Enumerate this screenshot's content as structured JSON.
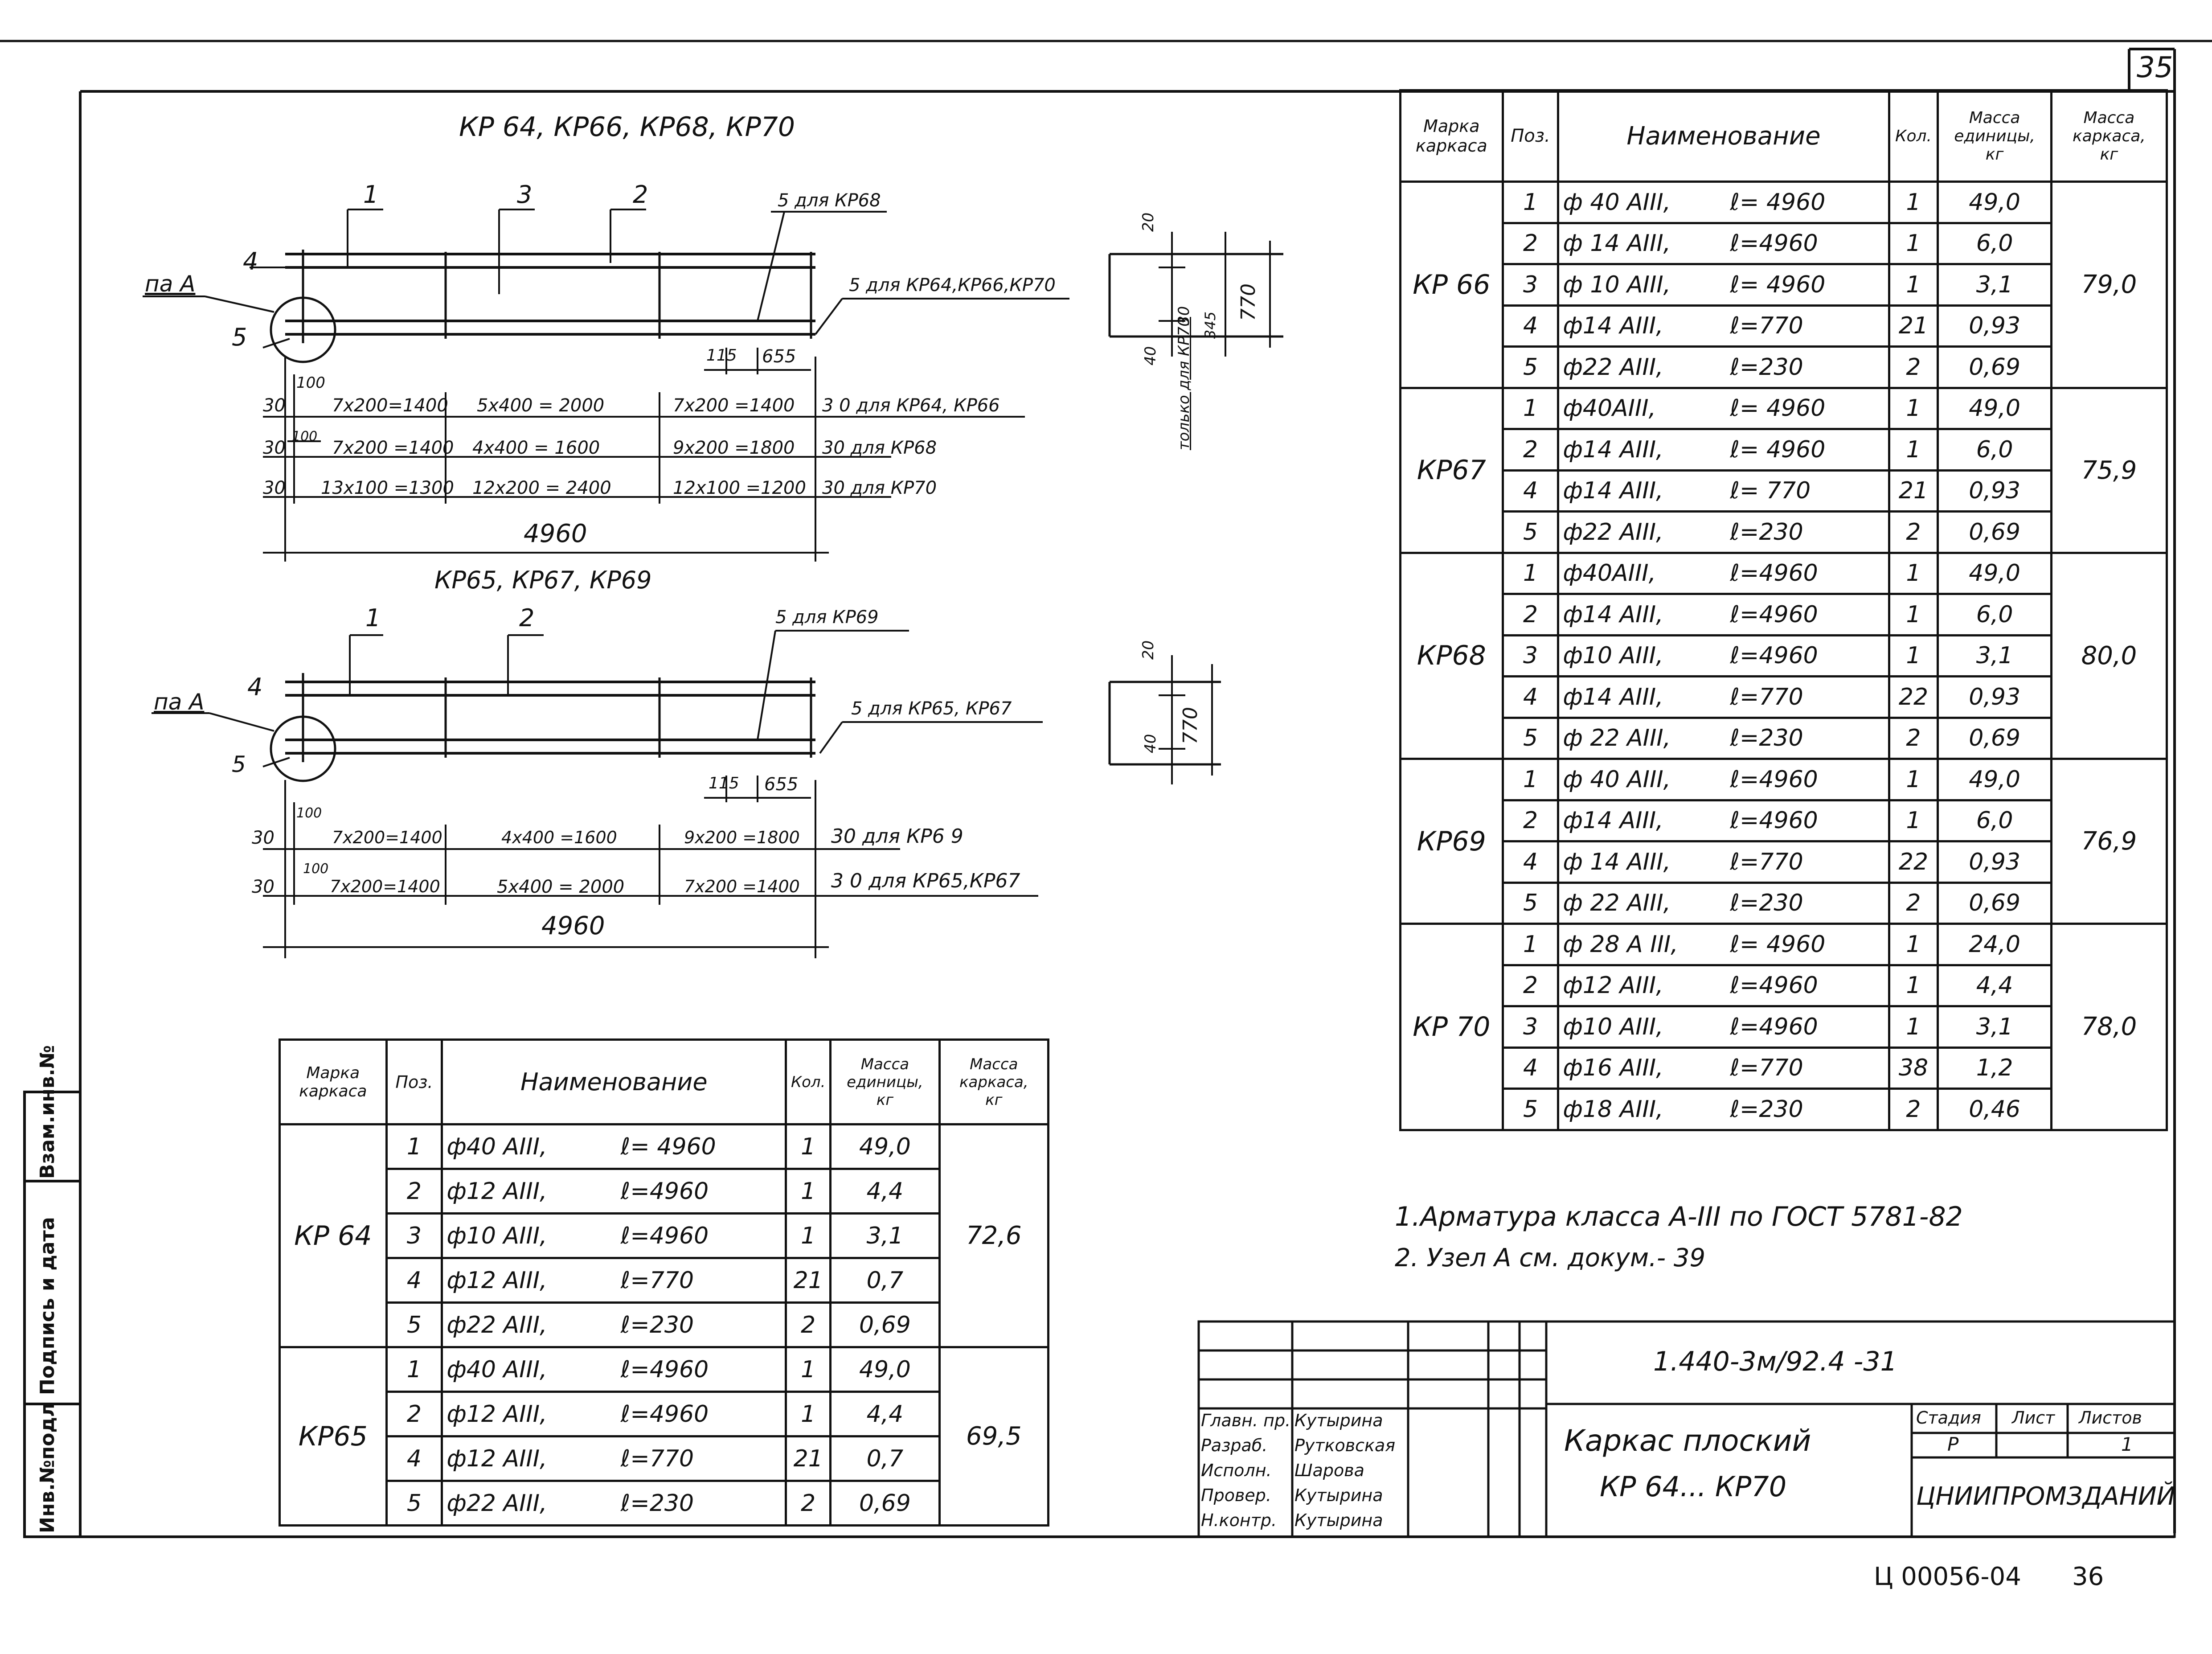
{
  "sheet_number": "35",
  "footer_code": "Ц 00056-04",
  "footer_page": "36",
  "side_stamp": [
    "Инв.№подл",
    "Подпись и дата",
    "Взам.инв.№"
  ],
  "drawing1": {
    "title": "КР 64, КР66, КР68, КР70",
    "leaders": [
      "1",
      "3",
      "2",
      "4",
      "5"
    ],
    "node_label": "па А",
    "pos5_top": "5 для КР68",
    "pos5_right": "5 для КР64,КР66,КР70",
    "small_dims": [
      "115",
      "655",
      "100",
      "100"
    ],
    "rows": [
      {
        "left": "30",
        "c1": "7х200=1400",
        "c2": "5х400 = 2000",
        "c3": "7х200 =1400",
        "right": "3 0 для КР64, КР66"
      },
      {
        "left": "30",
        "c1": "7х200 =1400",
        "c2": "4х400 = 1600",
        "c3": "9х200 =1800",
        "right": "30 для КР68"
      },
      {
        "left": "30",
        "c1": "13х100 =1300",
        "c2": "12х200 = 2400",
        "c3": "12х100 =1200",
        "right": "30 для КР70"
      }
    ],
    "total": "4960"
  },
  "section1": {
    "d20": "20",
    "d40": "40",
    "d30": "30",
    "d345": "345",
    "d770": "770",
    "note": "только для КР70"
  },
  "drawing2": {
    "title": "КР65, КР67, КР69",
    "leaders": [
      "1",
      "2",
      "4",
      "5"
    ],
    "node_label": "па А",
    "pos5_top": "5 для КР69",
    "pos5_right": "5 для КР65, КР67",
    "small_dims": [
      "115",
      "655",
      "100",
      "100"
    ],
    "rows": [
      {
        "left": "30",
        "c1": "7х200=1400",
        "c2": "4х400 =1600",
        "c3": "9х200 =1800",
        "right": "30 для КР6 9"
      },
      {
        "left": "30",
        "c1": "7х200=1400",
        "c2": "5х400 = 2000",
        "c3": "7х200 =1400",
        "right": "3 0 для КР65,КР67"
      }
    ],
    "total": "4960"
  },
  "section2": {
    "d20": "20",
    "d40": "40",
    "d770": "770"
  },
  "table_headers": {
    "mark": [
      "Марка",
      "каркаса"
    ],
    "pos": "Поз.",
    "name": "Наименование",
    "qty": "Кол.",
    "unit_mass": [
      "Масса",
      "единицы,",
      "кг"
    ],
    "frame_mass": [
      "Масса",
      "каркаса,",
      "кг"
    ]
  },
  "table_right": [
    {
      "mark": "КР 66",
      "mass": "79,0",
      "rows": [
        {
          "pos": "1",
          "d": "ф 40 АIII,",
          "l": "ℓ= 4960",
          "q": "1",
          "m": "49,0"
        },
        {
          "pos": "2",
          "d": "ф 14 АIII,",
          "l": "ℓ=4960",
          "q": "1",
          "m": "6,0"
        },
        {
          "pos": "3",
          "d": "ф 10 АIII,",
          "l": "ℓ= 4960",
          "q": "1",
          "m": "3,1"
        },
        {
          "pos": "4",
          "d": "ф14 АIII,",
          "l": "ℓ=770",
          "q": "21",
          "m": "0,93"
        },
        {
          "pos": "5",
          "d": "ф22 АIII,",
          "l": "ℓ=230",
          "q": "2",
          "m": "0,69"
        }
      ]
    },
    {
      "mark": "КР67",
      "mass": "75,9",
      "rows": [
        {
          "pos": "1",
          "d": "ф40АIII,",
          "l": "ℓ= 4960",
          "q": "1",
          "m": "49,0"
        },
        {
          "pos": "2",
          "d": "ф14 АIII,",
          "l": "ℓ= 4960",
          "q": "1",
          "m": "6,0"
        },
        {
          "pos": "4",
          "d": "ф14 АIII,",
          "l": "ℓ= 770",
          "q": "21",
          "m": "0,93"
        },
        {
          "pos": "5",
          "d": "ф22 АIII,",
          "l": "ℓ=230",
          "q": "2",
          "m": "0,69"
        }
      ]
    },
    {
      "mark": "КР68",
      "mass": "80,0",
      "rows": [
        {
          "pos": "1",
          "d": "ф40АIII,",
          "l": "ℓ=4960",
          "q": "1",
          "m": "49,0"
        },
        {
          "pos": "2",
          "d": "ф14 АIII,",
          "l": "ℓ=4960",
          "q": "1",
          "m": "6,0"
        },
        {
          "pos": "3",
          "d": "ф10 АIII,",
          "l": "ℓ=4960",
          "q": "1",
          "m": "3,1"
        },
        {
          "pos": "4",
          "d": "ф14 АIII,",
          "l": "ℓ=770",
          "q": "22",
          "m": "0,93"
        },
        {
          "pos": "5",
          "d": "ф 22 АIII,",
          "l": "ℓ=230",
          "q": "2",
          "m": "0,69"
        }
      ]
    },
    {
      "mark": "КР69",
      "mass": "76,9",
      "rows": [
        {
          "pos": "1",
          "d": "ф 40 АIII,",
          "l": "ℓ=4960",
          "q": "1",
          "m": "49,0"
        },
        {
          "pos": "2",
          "d": "ф14 АIII,",
          "l": "ℓ=4960",
          "q": "1",
          "m": "6,0"
        },
        {
          "pos": "4",
          "d": "ф 14 АIII,",
          "l": "ℓ=770",
          "q": "22",
          "m": "0,93"
        },
        {
          "pos": "5",
          "d": "ф 22 АIII,",
          "l": "ℓ=230",
          "q": "2",
          "m": "0,69"
        }
      ]
    },
    {
      "mark": "КР 70",
      "mass": "78,0",
      "rows": [
        {
          "pos": "1",
          "d": "ф 28 А III,",
          "l": "ℓ= 4960",
          "q": "1",
          "m": "24,0"
        },
        {
          "pos": "2",
          "d": "ф12 АIII,",
          "l": "ℓ=4960",
          "q": "1",
          "m": "4,4"
        },
        {
          "pos": "3",
          "d": "ф10 АIII,",
          "l": "ℓ=4960",
          "q": "1",
          "m": "3,1"
        },
        {
          "pos": "4",
          "d": "ф16 АIII,",
          "l": "ℓ=770",
          "q": "38",
          "m": "1,2"
        },
        {
          "pos": "5",
          "d": "ф18 АIII,",
          "l": "ℓ=230",
          "q": "2",
          "m": "0,46"
        }
      ]
    }
  ],
  "table_left": [
    {
      "mark": "КР 64",
      "mass": "72,6",
      "rows": [
        {
          "pos": "1",
          "d": "ф40 АIII,",
          "l": "ℓ= 4960",
          "q": "1",
          "m": "49,0"
        },
        {
          "pos": "2",
          "d": "ф12 АIII,",
          "l": "ℓ=4960",
          "q": "1",
          "m": "4,4"
        },
        {
          "pos": "3",
          "d": "ф10 АIII,",
          "l": "ℓ=4960",
          "q": "1",
          "m": "3,1"
        },
        {
          "pos": "4",
          "d": "ф12 АIII,",
          "l": "ℓ=770",
          "q": "21",
          "m": "0,7"
        },
        {
          "pos": "5",
          "d": "ф22 АIII,",
          "l": "ℓ=230",
          "q": "2",
          "m": "0,69"
        }
      ]
    },
    {
      "mark": "КР65",
      "mass": "69,5",
      "rows": [
        {
          "pos": "1",
          "d": "ф40 АIII,",
          "l": "ℓ=4960",
          "q": "1",
          "m": "49,0"
        },
        {
          "pos": "2",
          "d": "ф12 АIII,",
          "l": "ℓ=4960",
          "q": "1",
          "m": "4,4"
        },
        {
          "pos": "4",
          "d": "ф12 АIII,",
          "l": "ℓ=770",
          "q": "21",
          "m": "0,7"
        },
        {
          "pos": "5",
          "d": "ф22 АIII,",
          "l": "ℓ=230",
          "q": "2",
          "m": "0,69"
        }
      ]
    }
  ],
  "notes": [
    "1.Арматура класса А-III по ГОСТ 5781-82",
    "2. Узел А см. докум.- 39"
  ],
  "title_block": {
    "doc_code": "1.440-3м/92.4 -31",
    "title_line1": "Каркас плоский",
    "title_line2": "КР 64... КР70",
    "stage_h": "Стадия",
    "sheet_h": "Лист",
    "sheets_h": "Листов",
    "stage": "Р",
    "sheets": "1",
    "org": "ЦНИИПРОМЗДАНИЙ",
    "roles": [
      {
        "role": "Главн. пр.",
        "name": "Кутырина"
      },
      {
        "role": "Разраб.",
        "name": "Рутковская"
      },
      {
        "role": "Исполн.",
        "name": "Шарова"
      },
      {
        "role": "Провер.",
        "name": "Кутырина"
      },
      {
        "role": "Н.контр.",
        "name": "Кутырина"
      }
    ]
  }
}
